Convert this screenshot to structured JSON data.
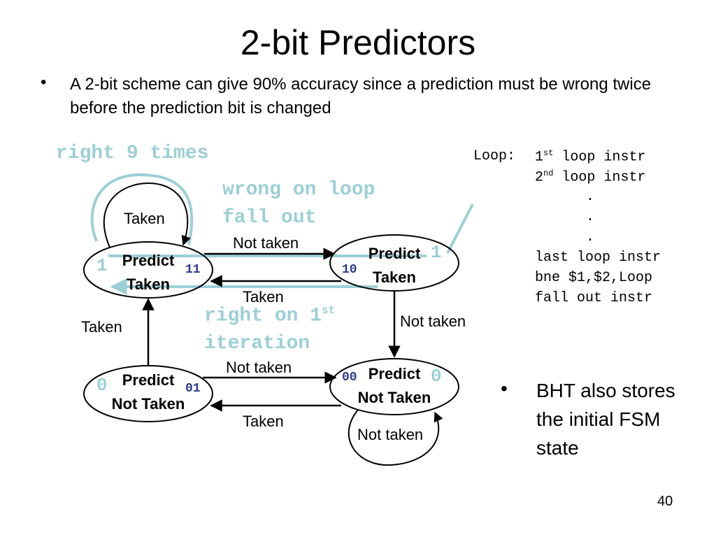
{
  "title": "2-bit Predictors",
  "bullets": [
    {
      "marker": "•",
      "text": "A 2-bit scheme can give 90% accuracy since a prediction must be wrong twice before the prediction bit is changed"
    },
    {
      "marker": "•",
      "text": "BHT also stores the initial FSM state"
    }
  ],
  "page_number": "40",
  "states": [
    {
      "id": "s11",
      "line1": "Predict",
      "line2": "Taken",
      "code": "11",
      "prediction_bit": "1"
    },
    {
      "id": "s10",
      "line1": "Predict",
      "line2": "Taken",
      "code": "10",
      "prediction_bit": "1"
    },
    {
      "id": "s01",
      "line1": "Predict",
      "line2": "Not Taken",
      "code": "01",
      "prediction_bit": "0"
    },
    {
      "id": "s00",
      "line1": "Predict",
      "line2": "Not Taken",
      "code": "00",
      "prediction_bit": "0"
    }
  ],
  "transitions": [
    {
      "from": "s11",
      "to": "s11",
      "label": "Taken"
    },
    {
      "from": "s11",
      "to": "s10",
      "label": "Not taken"
    },
    {
      "from": "s10",
      "to": "s11",
      "label": "Taken"
    },
    {
      "from": "s10",
      "to": "s00",
      "label": "Not taken"
    },
    {
      "from": "s01",
      "to": "s11",
      "label": "Taken"
    },
    {
      "from": "s01",
      "to": "s00",
      "label": "Not taken"
    },
    {
      "from": "s00",
      "to": "s01",
      "label": "Taken"
    },
    {
      "from": "s00",
      "to": "s00",
      "label": "Not taken"
    }
  ],
  "annotations": {
    "right_9_times": "right 9 times",
    "wrong_line1": "wrong on loop",
    "wrong_line2": "fall out",
    "right_first_prefix": "right on 1",
    "right_first_sup": "st",
    "right_first_line2": "iteration"
  },
  "code": {
    "loop_label": "Loop:",
    "line1_num": "1",
    "line1_sup": "st",
    "line1_rest": " loop instr",
    "line2_num": "2",
    "line2_sup": "nd",
    "line2_rest": " loop instr",
    "dot": ".",
    "line3": "last loop instr",
    "line4": "bne $1,$2,Loop",
    "line5": "fall out instr"
  },
  "colors": {
    "annotation": "#9ccfd6",
    "state_code": "#2b3a8f"
  }
}
